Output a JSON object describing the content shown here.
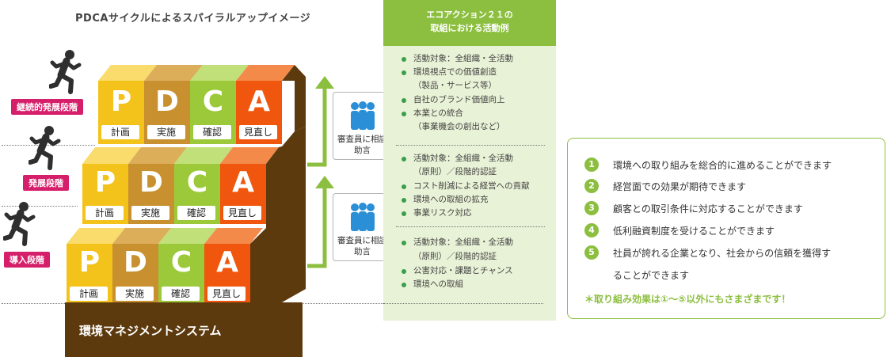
{
  "title": "PDCAサイクルによるスパイラルアップイメージ",
  "base_label": "環境マネジメントシステム",
  "stages": [
    "継続的発展段階",
    "発展段階",
    "導入段階"
  ],
  "cycle": [
    {
      "letter": "P",
      "label": "計画"
    },
    {
      "letter": "D",
      "label": "実施"
    },
    {
      "letter": "C",
      "label": "確認"
    },
    {
      "letter": "A",
      "label": "見直し"
    }
  ],
  "colors": {
    "P": "#f3c21b",
    "D": "#c8902f",
    "C": "#9bc93a",
    "A": "#f0560e",
    "stage_badge": "#d61f6a",
    "panel_header": "#8cbf3f",
    "base": "#5c3a0e"
  },
  "icons": [
    "running-person-icon",
    "people-group-icon",
    "up-arrow-icon"
  ],
  "panel": {
    "header_line1": "エコアクション２１の",
    "header_line2": "取組における活動例",
    "groups": [
      [
        "活動対象：全組織・全活動",
        "環境視点での価値創造",
        "（製品・サービス等）",
        "自社のブランド価値向上",
        "本業との統合",
        "（事業機会の創出など）"
      ],
      [
        "活動対象：全組織・全活動",
        "（原則）／段階的認証",
        "コスト削減による経営への貢献",
        "環境への取組の拡充",
        "事業リスク対応"
      ],
      [
        "活動対象：全組織・全活動",
        "（原則）／段階的認証",
        "公害対応・課題とチャンス",
        "環境への取組"
      ]
    ]
  },
  "consult": {
    "line1": "審査員に相談",
    "line2": "助言"
  },
  "benefits": {
    "numbers": [
      "1",
      "2",
      "3",
      "4",
      "5"
    ],
    "items": [
      "環境への取り組みを総合的に進めることができます",
      "経営面での効果が期待できます",
      "顧客との取引条件に対応することができます",
      "低利融資制度を受けることができます",
      "社員が誇れる企業となり、社会からの信頼を獲得す"
    ],
    "item5_cont": "ることができます",
    "note": "＊取り組み効果は①〜⑤以外にもさまざまです！"
  }
}
